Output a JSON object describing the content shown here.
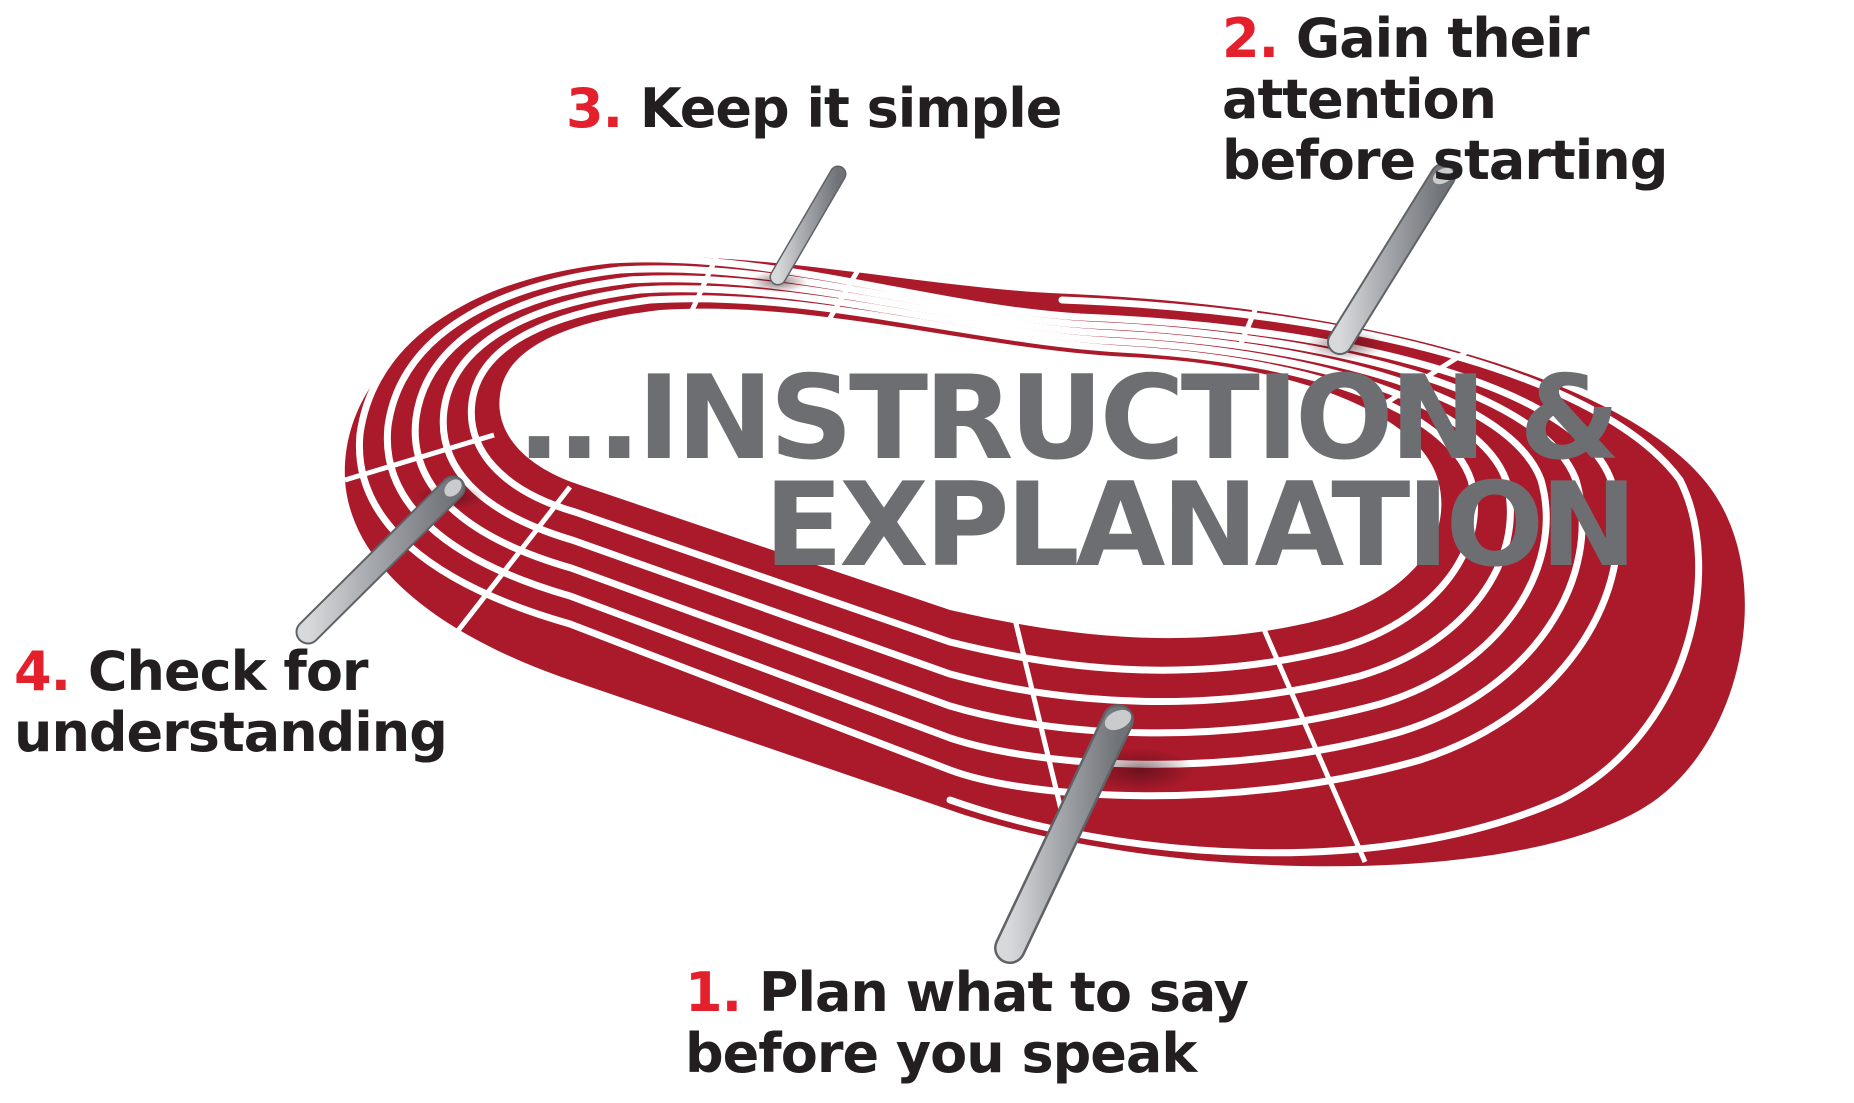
{
  "title": {
    "line1": "...INSTRUCTION &",
    "line2": "EXPLANATION"
  },
  "steps": [
    {
      "number": "1.",
      "text": "Plan what to say\nbefore you speak"
    },
    {
      "number": "2.",
      "text": "Gain their attention\nbefore starting"
    },
    {
      "number": "3.",
      "text": "Keep it simple"
    },
    {
      "number": "4.",
      "text": "Check for\nunderstanding"
    }
  ],
  "colors": {
    "track": "#ab1a2b",
    "track_lines": "#ffffff",
    "title": "#6d6e71",
    "step_number": "#e4202c",
    "step_text": "#231f20",
    "baton": "#9c9fa3"
  },
  "icons": {
    "track": "running-track-illustration",
    "baton": "relay-baton-icon"
  }
}
